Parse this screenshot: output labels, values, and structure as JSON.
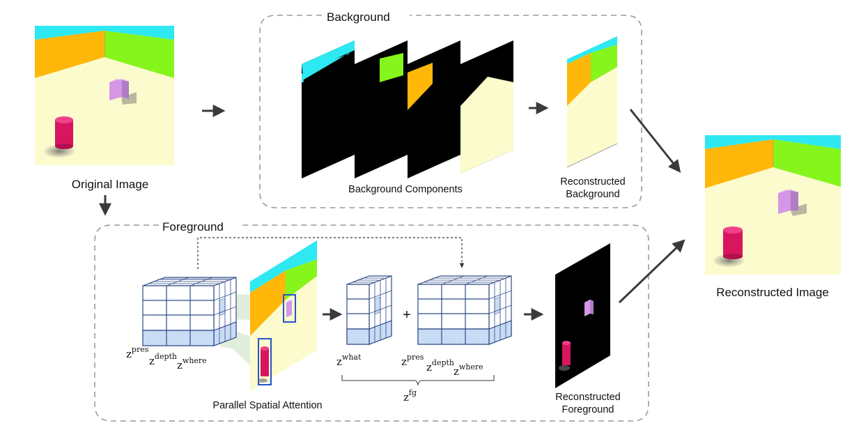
{
  "labels": {
    "original_image": "Original Image",
    "background_title": "Background",
    "foreground_title": "Foreground",
    "background_components": "Background Components",
    "reconstructed_background_1": "Reconstructed",
    "reconstructed_background_2": "Background",
    "parallel_spatial_attention": "Parallel Spatial Attention",
    "reconstructed_foreground_1": "Reconstructed",
    "reconstructed_foreground_2": "Foreground",
    "reconstructed_image": "Reconstructed Image",
    "plus": "+"
  },
  "latents": {
    "z": "z",
    "pres": "pres",
    "depth": "depth",
    "where": "where",
    "what": "what",
    "fg": "fg"
  },
  "colors": {
    "cyan": "#2ee8f2",
    "orange": "#ffb70a",
    "green": "#86f51c",
    "floor": "#fbfbcd",
    "cube": "#d596e6",
    "cylinder": "#d8155f",
    "grid_line": "#2f4a86",
    "grid_fill": "#c9dcf5",
    "box_border": "#9a9a9a",
    "arrow": "#3a3a3a"
  }
}
